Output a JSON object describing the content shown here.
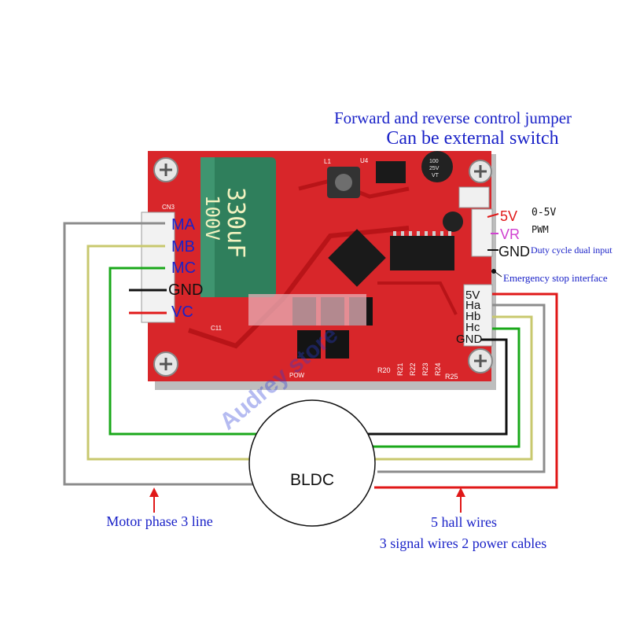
{
  "header": {
    "line1": "Forward and reverse control jumper",
    "line2": "Can be external switch"
  },
  "board": {
    "capacitor": {
      "value": "330uF",
      "voltage": "100V",
      "color": "#2f7f5c"
    },
    "pcb_color": "#d8262a",
    "left_pins": [
      "MA",
      "MB",
      "MC",
      "GND",
      "VC"
    ],
    "top_right_pins": [
      "5V",
      "VR",
      "GND"
    ],
    "right_pins": [
      "5V",
      "Ha",
      "Hb",
      "Hc",
      "GND"
    ],
    "labels": {
      "cn3": "CN3",
      "c11": "C11",
      "pow": "POW",
      "u4": "U4",
      "l1": "L1",
      "r20": "R20",
      "r21": "R21",
      "r22": "R22",
      "r23": "R23",
      "r24": "R24",
      "r25": "R25",
      "c100": "100",
      "c25v": "25V",
      "vt": "VT"
    }
  },
  "annotations": {
    "range": "0-5V",
    "pwm": "PWM",
    "duty": "Duty cycle dual input",
    "estop": "Emergency stop interface",
    "motor": "BLDC",
    "phase": "Motor phase 3 line",
    "hall1": "5 hall wires",
    "hall2": "3 signal wires  2 power cables",
    "watermark": "Audrey store"
  },
  "colors": {
    "wire_gray": "#8c8c8c",
    "wire_yellow": "#c8c86e",
    "wire_green": "#1aa81a",
    "wire_black": "#111111",
    "wire_red": "#e01818",
    "arrow": "#e01818",
    "label_blue": "#1a22c8",
    "vr_pink": "#d040d0"
  }
}
